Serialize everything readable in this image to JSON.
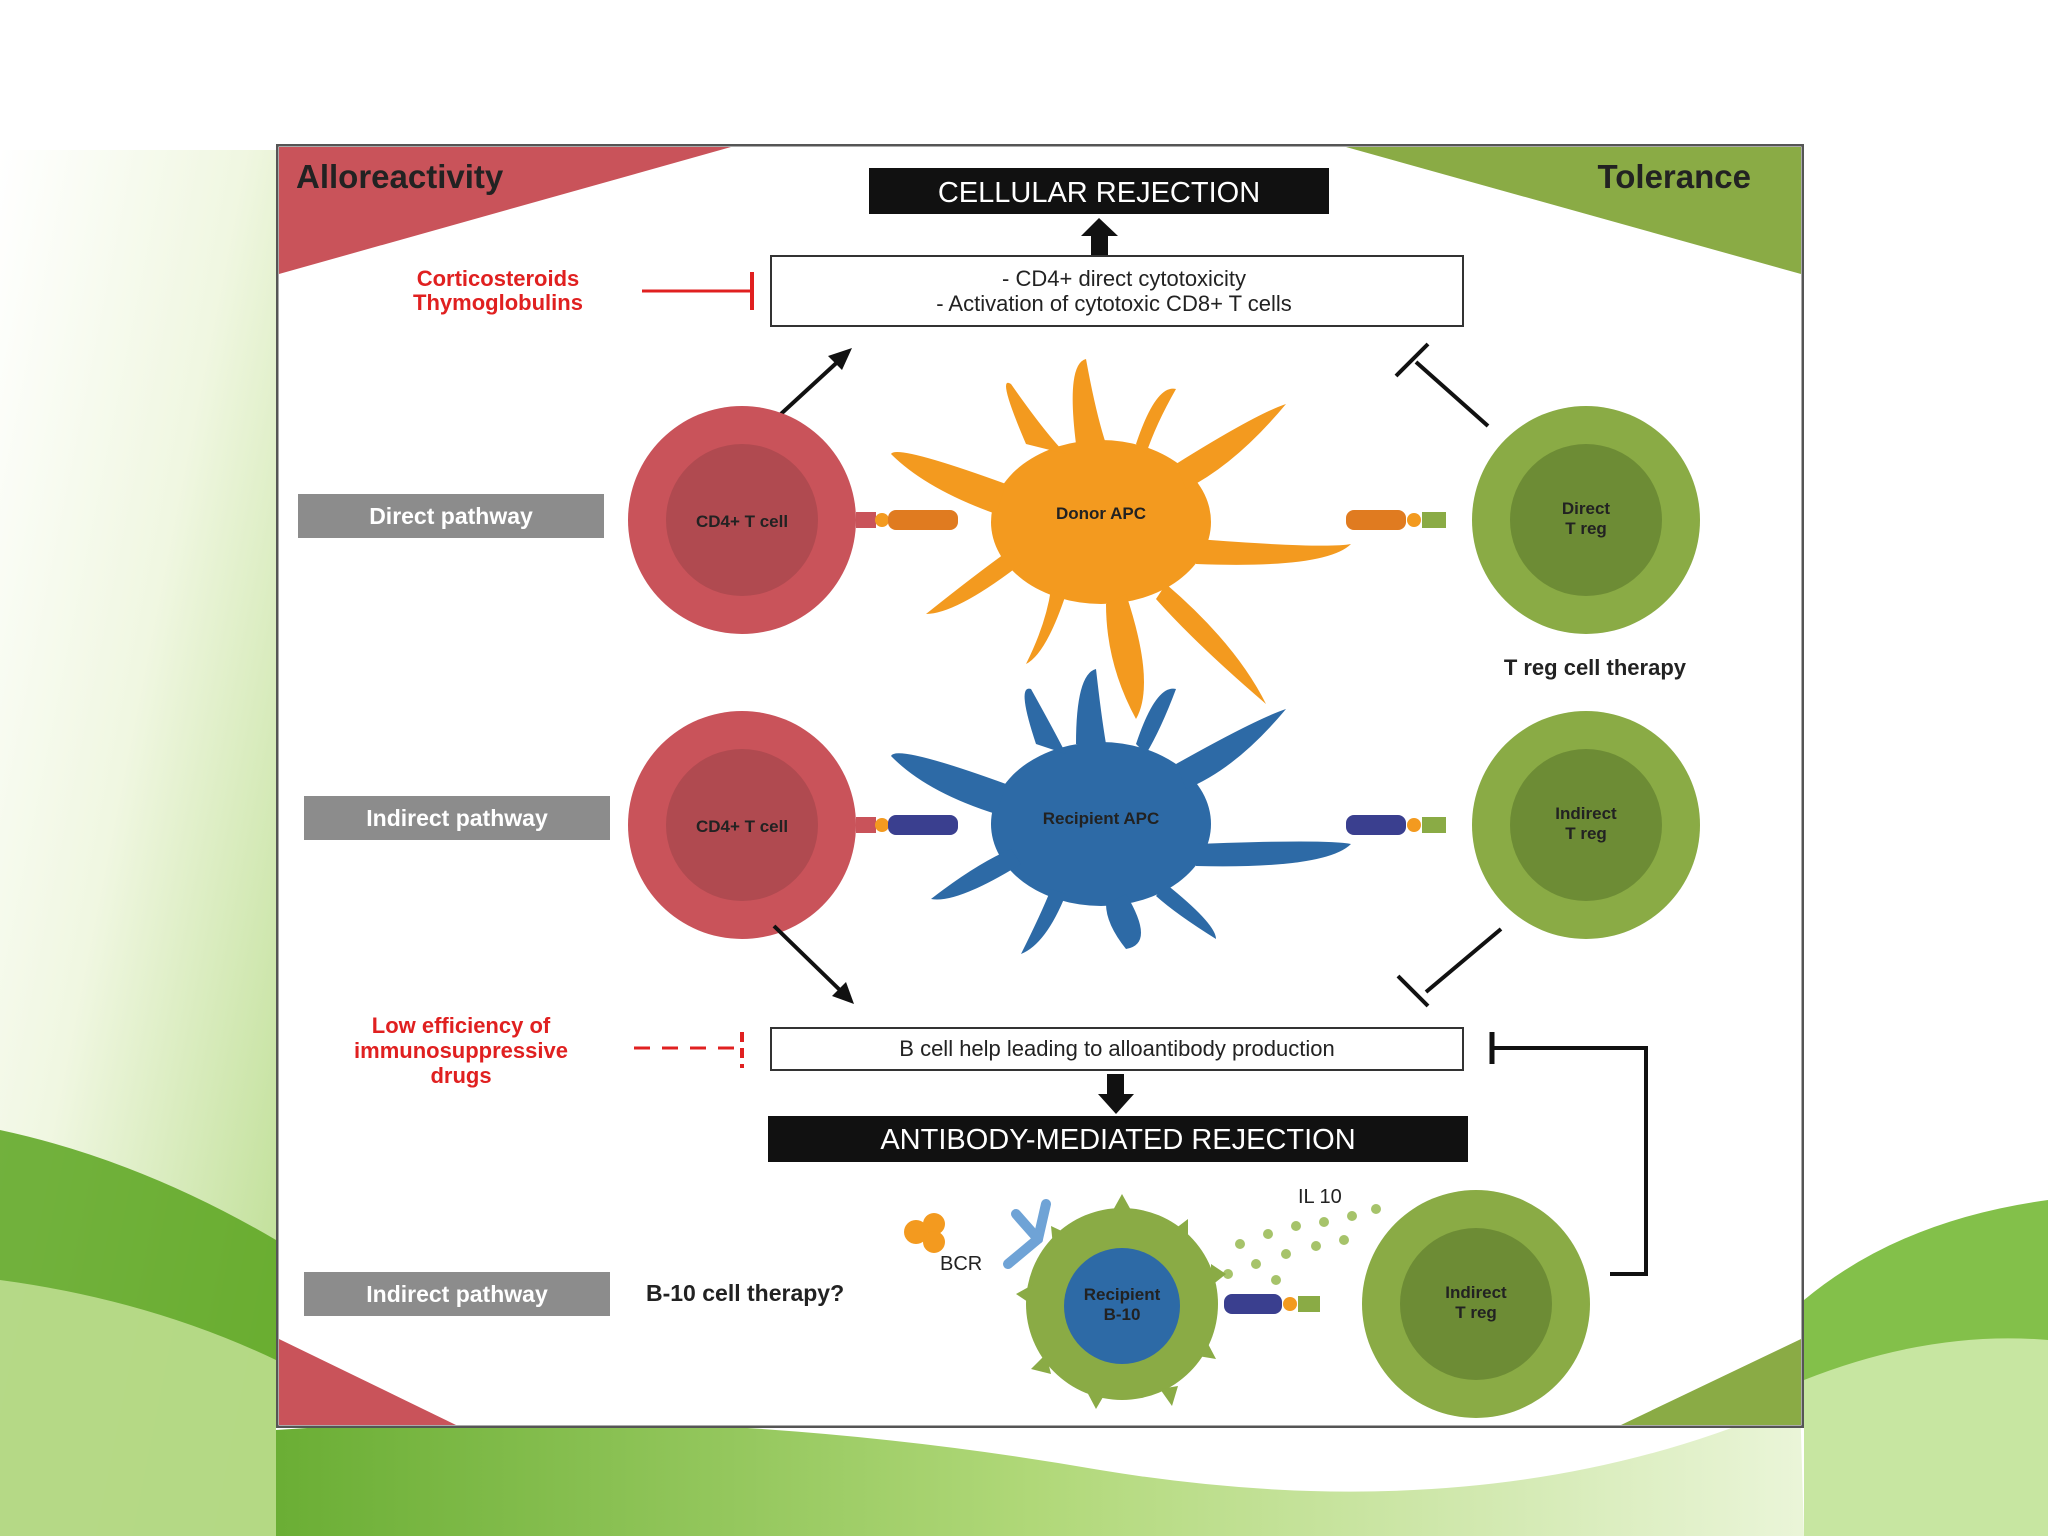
{
  "corners": {
    "left_title": "Alloreactivity",
    "right_title": "Tolerance"
  },
  "headers": {
    "cellular_rejection": "CELLULAR REJECTION",
    "antibody_rejection": "ANTIBODY-MEDIATED REJECTION"
  },
  "cytotoxicity_box": {
    "line1": "- CD4+ direct cytotoxicity",
    "line2": "- Activation of cytotoxic CD8+ T cells"
  },
  "b_cell_box": "B cell help leading to alloantibody production",
  "drugs": {
    "line1": "Corticosteroids",
    "line2": "Thymoglobulins"
  },
  "low_efficiency": {
    "line1": "Low efficiency of",
    "line2": "immunosuppressive",
    "line3": "drugs"
  },
  "pathways": {
    "direct": "Direct pathway",
    "indirect_1": "Indirect pathway",
    "indirect_2": "Indirect pathway"
  },
  "cells": {
    "cd4_1": "CD4+ T cell",
    "cd4_2": "CD4+ T cell",
    "donor_apc": "Donor APC",
    "recipient_apc": "Recipient APC",
    "direct_treg_1": "Direct",
    "direct_treg_2": "T reg",
    "indirect_treg_1": "Indirect",
    "indirect_treg_2": "T reg",
    "indirect_treg_b_1": "Indirect",
    "indirect_treg_b_2": "T reg",
    "recipient_b10_1": "Recipient",
    "recipient_b10_2": "B-10"
  },
  "therapy": {
    "treg": "T reg cell therapy",
    "b10": "B-10 cell therapy?"
  },
  "labels": {
    "il10": "IL 10",
    "bcr": "BCR"
  },
  "colors": {
    "alloreactivity_red": "#c9535a",
    "tolerance_green": "#8aab45",
    "donor_orange": "#f39a1f",
    "recipient_blue": "#2d6aa6",
    "drug_red": "#e02020",
    "pathway_gray": "#8c8c8c"
  }
}
